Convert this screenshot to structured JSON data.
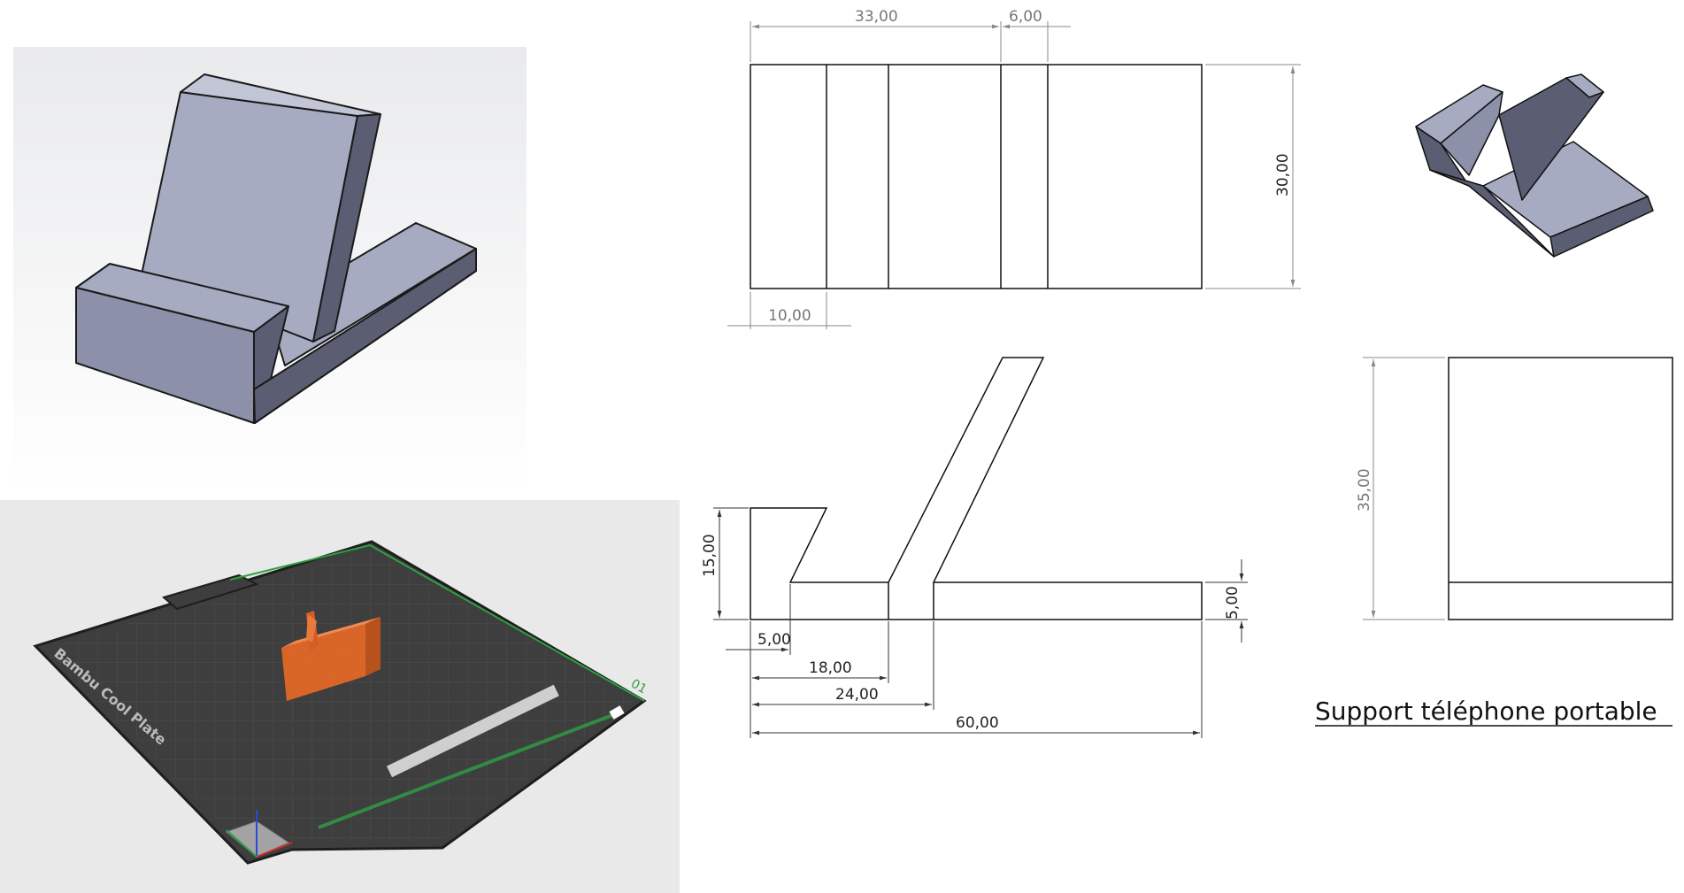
{
  "drawing": {
    "title": "Support téléphone portable",
    "dimensions": {
      "top_width_33": "33,00",
      "top_width_6": "6,00",
      "top_height_30": "30,00",
      "top_width_10": "10,00",
      "front_height_15": "15,00",
      "front_thickness_5": "5,00",
      "front_offset_5": "5,00",
      "front_offset_18": "18,00",
      "front_offset_24": "24,00",
      "front_length_60": "60,00",
      "side_height_35": "35,00"
    }
  },
  "slicer": {
    "plate_label": "Bambu Cool Plate",
    "plate_number": "01"
  },
  "colors": {
    "model_face_light": "#a7abc2",
    "model_face_mid": "#8c90a8",
    "model_face_dark": "#5b5e72",
    "plate_surface": "#3e3e3e",
    "part_orange": "#e0692a",
    "grid_green": "#2ea043"
  }
}
